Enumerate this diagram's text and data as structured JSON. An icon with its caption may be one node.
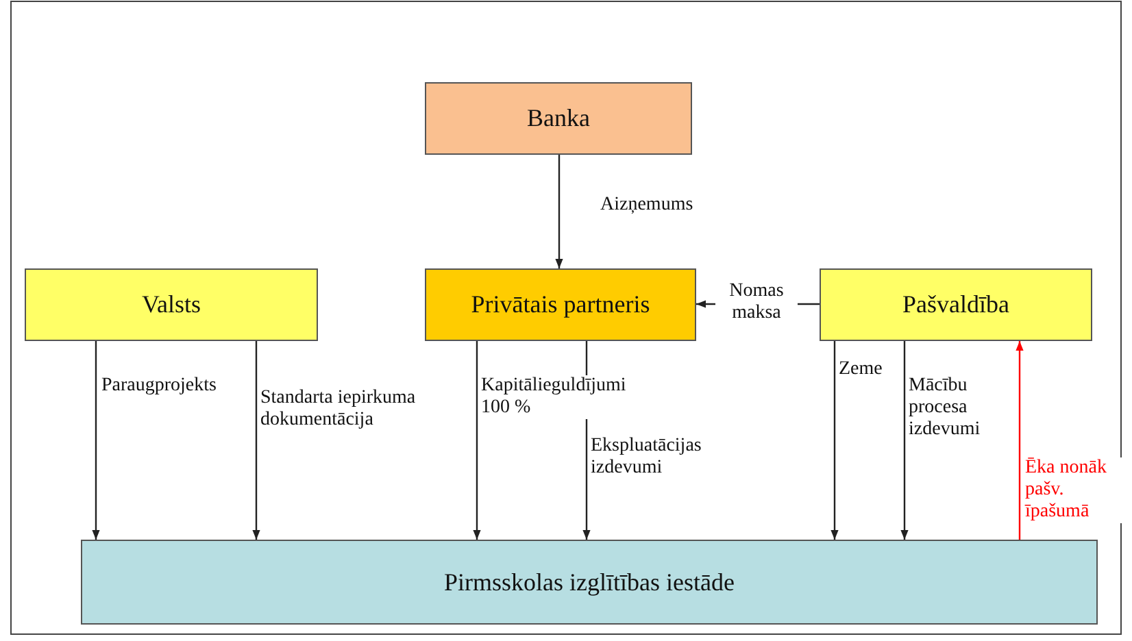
{
  "diagram": {
    "nodes": [
      {
        "text": [
          "Banka"
        ]
      },
      {
        "text": [
          "Valsts"
        ]
      },
      {
        "text": [
          "Privātais partneris"
        ]
      },
      {
        "text": [
          "Pašvaldība"
        ]
      },
      {
        "text": [
          "Pirmsskolas izglītības iestāde"
        ]
      }
    ],
    "edges": [
      {
        "from": 0,
        "to": 2,
        "arrow": "to",
        "label": "Aizņemums"
      },
      {
        "from": 3,
        "to": 2,
        "arrow": "to",
        "label": "Nomas maksa"
      },
      {
        "from": 1,
        "to": 4,
        "arrow": "to",
        "label": "Paraugprojekts"
      },
      {
        "from": 1,
        "to": 4,
        "arrow": "to",
        "label": "Standarta iepirkuma dokumentācija"
      },
      {
        "from": 2,
        "to": 4,
        "arrow": "to",
        "label": "Kapitālieguldījumi 100 %"
      },
      {
        "from": 2,
        "to": 4,
        "arrow": "to",
        "label": "Ekspluatācijas izdevumi"
      },
      {
        "from": 3,
        "to": 4,
        "arrow": "to",
        "label": "Zeme"
      },
      {
        "from": 3,
        "to": 4,
        "arrow": "to",
        "label": "Mācību procesa izdevumi"
      },
      {
        "from": 4,
        "to": 3,
        "arrow": "to",
        "label": "Ēka nonāk pašv. īpašumā",
        "color": "#ff0000"
      }
    ]
  }
}
